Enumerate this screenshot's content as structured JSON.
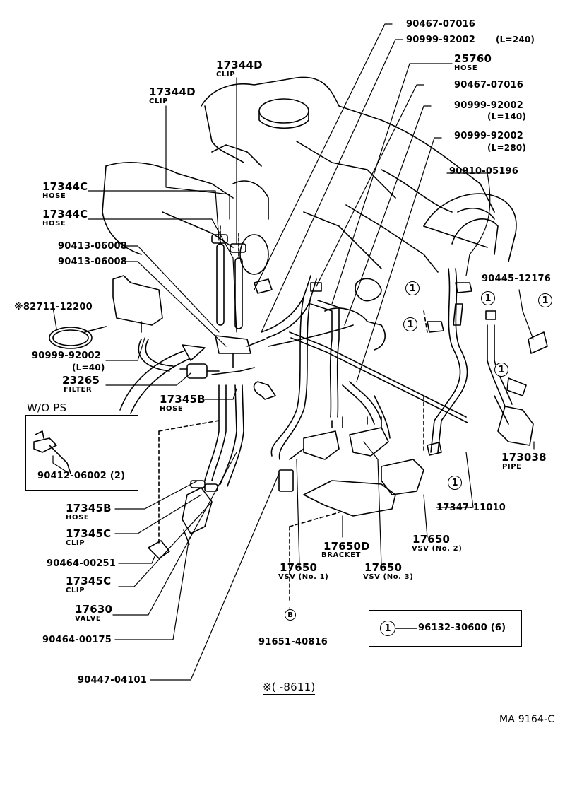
{
  "labels": {
    "p_90467_07016_a": "90467-07016",
    "p_90999_92002_a": "90999-92002",
    "p_90999_92002_a_len": "(L=240)",
    "p_25760": "25760",
    "p_25760_sub": "HOSE",
    "p_90467_07016_b": "90467-07016",
    "p_90999_92002_b": "90999-92002",
    "p_90999_92002_b_len": "(L=140)",
    "p_90999_92002_c": "90999-92002",
    "p_90999_92002_c_len": "(L=280)",
    "p_90910_05196": "90910-05196",
    "p_17344D_a": "17344D",
    "p_17344D_a_sub": "CLIP",
    "p_17344D_b": "17344D",
    "p_17344D_b_sub": "CLIP",
    "p_17344C_a": "17344C",
    "p_17344C_a_sub": "HOSE",
    "p_17344C_b": "17344C",
    "p_17344C_b_sub": "HOSE",
    "p_90413_06008_a": "90413-06008",
    "p_90413_06008_b": "90413-06008",
    "p_82711_12200": "※82711-12200",
    "p_90999_92002_d": "90999-92002",
    "p_90999_92002_d_len": "(L=40)",
    "p_23265": "23265",
    "p_23265_sub": "FILTER",
    "p_17345B_a": "17345B",
    "p_17345B_a_sub": "HOSE",
    "p_wops": "W/O PS",
    "p_90412_06002": "90412-06002 (2)",
    "p_17345B_b": "17345B",
    "p_17345B_b_sub": "HOSE",
    "p_17345C_a": "17345C",
    "p_17345C_a_sub": "CLIP",
    "p_90464_00251": "90464-00251",
    "p_17345C_b": "17345C",
    "p_17345C_b_sub": "CLIP",
    "p_17630": "17630",
    "p_17630_sub": "VALVE",
    "p_90464_00175": "90464-00175",
    "p_90447_04101": "90447-04101",
    "p_90445_12176": "90445-12176",
    "p_173038": "173038",
    "p_173038_sub": "PIPE",
    "p_17347_11010": "17347-11010",
    "p_17650_2": "17650",
    "p_17650_2_sub": "VSV (No. 2)",
    "p_17650D": "17650D",
    "p_17650D_sub": "BRACKET",
    "p_17650_1": "17650",
    "p_17650_1_sub": "VSV (No. 1)",
    "p_17650_3": "17650",
    "p_17650_3_sub": "VSV (No. 3)",
    "p_91651_40816": "91651-40816",
    "legend_part": "96132-30600 (6)",
    "date_note": "※(      -8611)",
    "diagram_code": "MA 9164-C"
  },
  "markers": {
    "circled_one": "1",
    "circled_b": "B"
  }
}
